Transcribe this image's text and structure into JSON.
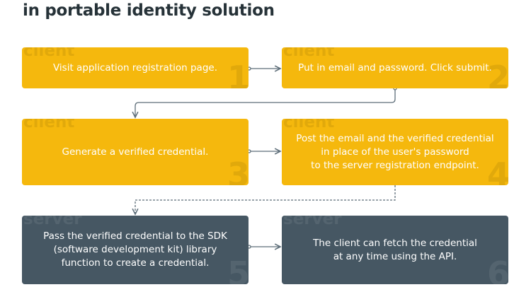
{
  "title": "in portable identity solution",
  "colors": {
    "client": "#F5B80D",
    "server": "#465763",
    "connector": "#5E6E79"
  },
  "steps": [
    {
      "number": "1",
      "side": "client",
      "text": "Visit application registration page."
    },
    {
      "number": "2",
      "side": "client",
      "text": "Put in email and password. Click submit."
    },
    {
      "number": "3",
      "side": "client",
      "text": "Generate a verified credential."
    },
    {
      "number": "4",
      "side": "client",
      "text": "Post the email and the verified credential\nin place of the user's password\nto the server registration endpoint."
    },
    {
      "number": "5",
      "side": "server",
      "text": "Pass the verified credential to the SDK\n(software development kit) library\nfunction to create a credential."
    },
    {
      "number": "6",
      "side": "server",
      "text": "The client can fetch the credential\nat any time using the API."
    }
  ]
}
